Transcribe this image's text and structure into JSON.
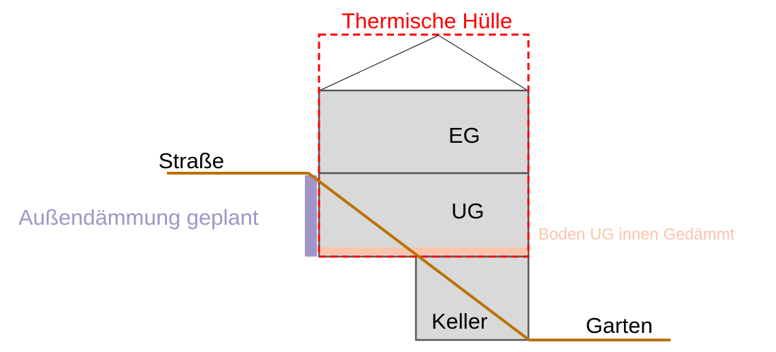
{
  "title": "Thermische Hülle",
  "floors": {
    "eg": "EG",
    "ug": "UG",
    "keller": "Keller"
  },
  "labels": {
    "strasse": "Straße",
    "garten": "Garten",
    "aussendaemmung": "Außendämmung geplant",
    "boden_ug": "Boden UG innen Gedämmt"
  },
  "colors": {
    "envelope": "#ff0000",
    "ground": "#b8730a",
    "insulation_exterior": "#a195c8",
    "insulation_floor": "#fbc4ac",
    "room_fill": "#d9d9d9",
    "wall": "#595959"
  }
}
